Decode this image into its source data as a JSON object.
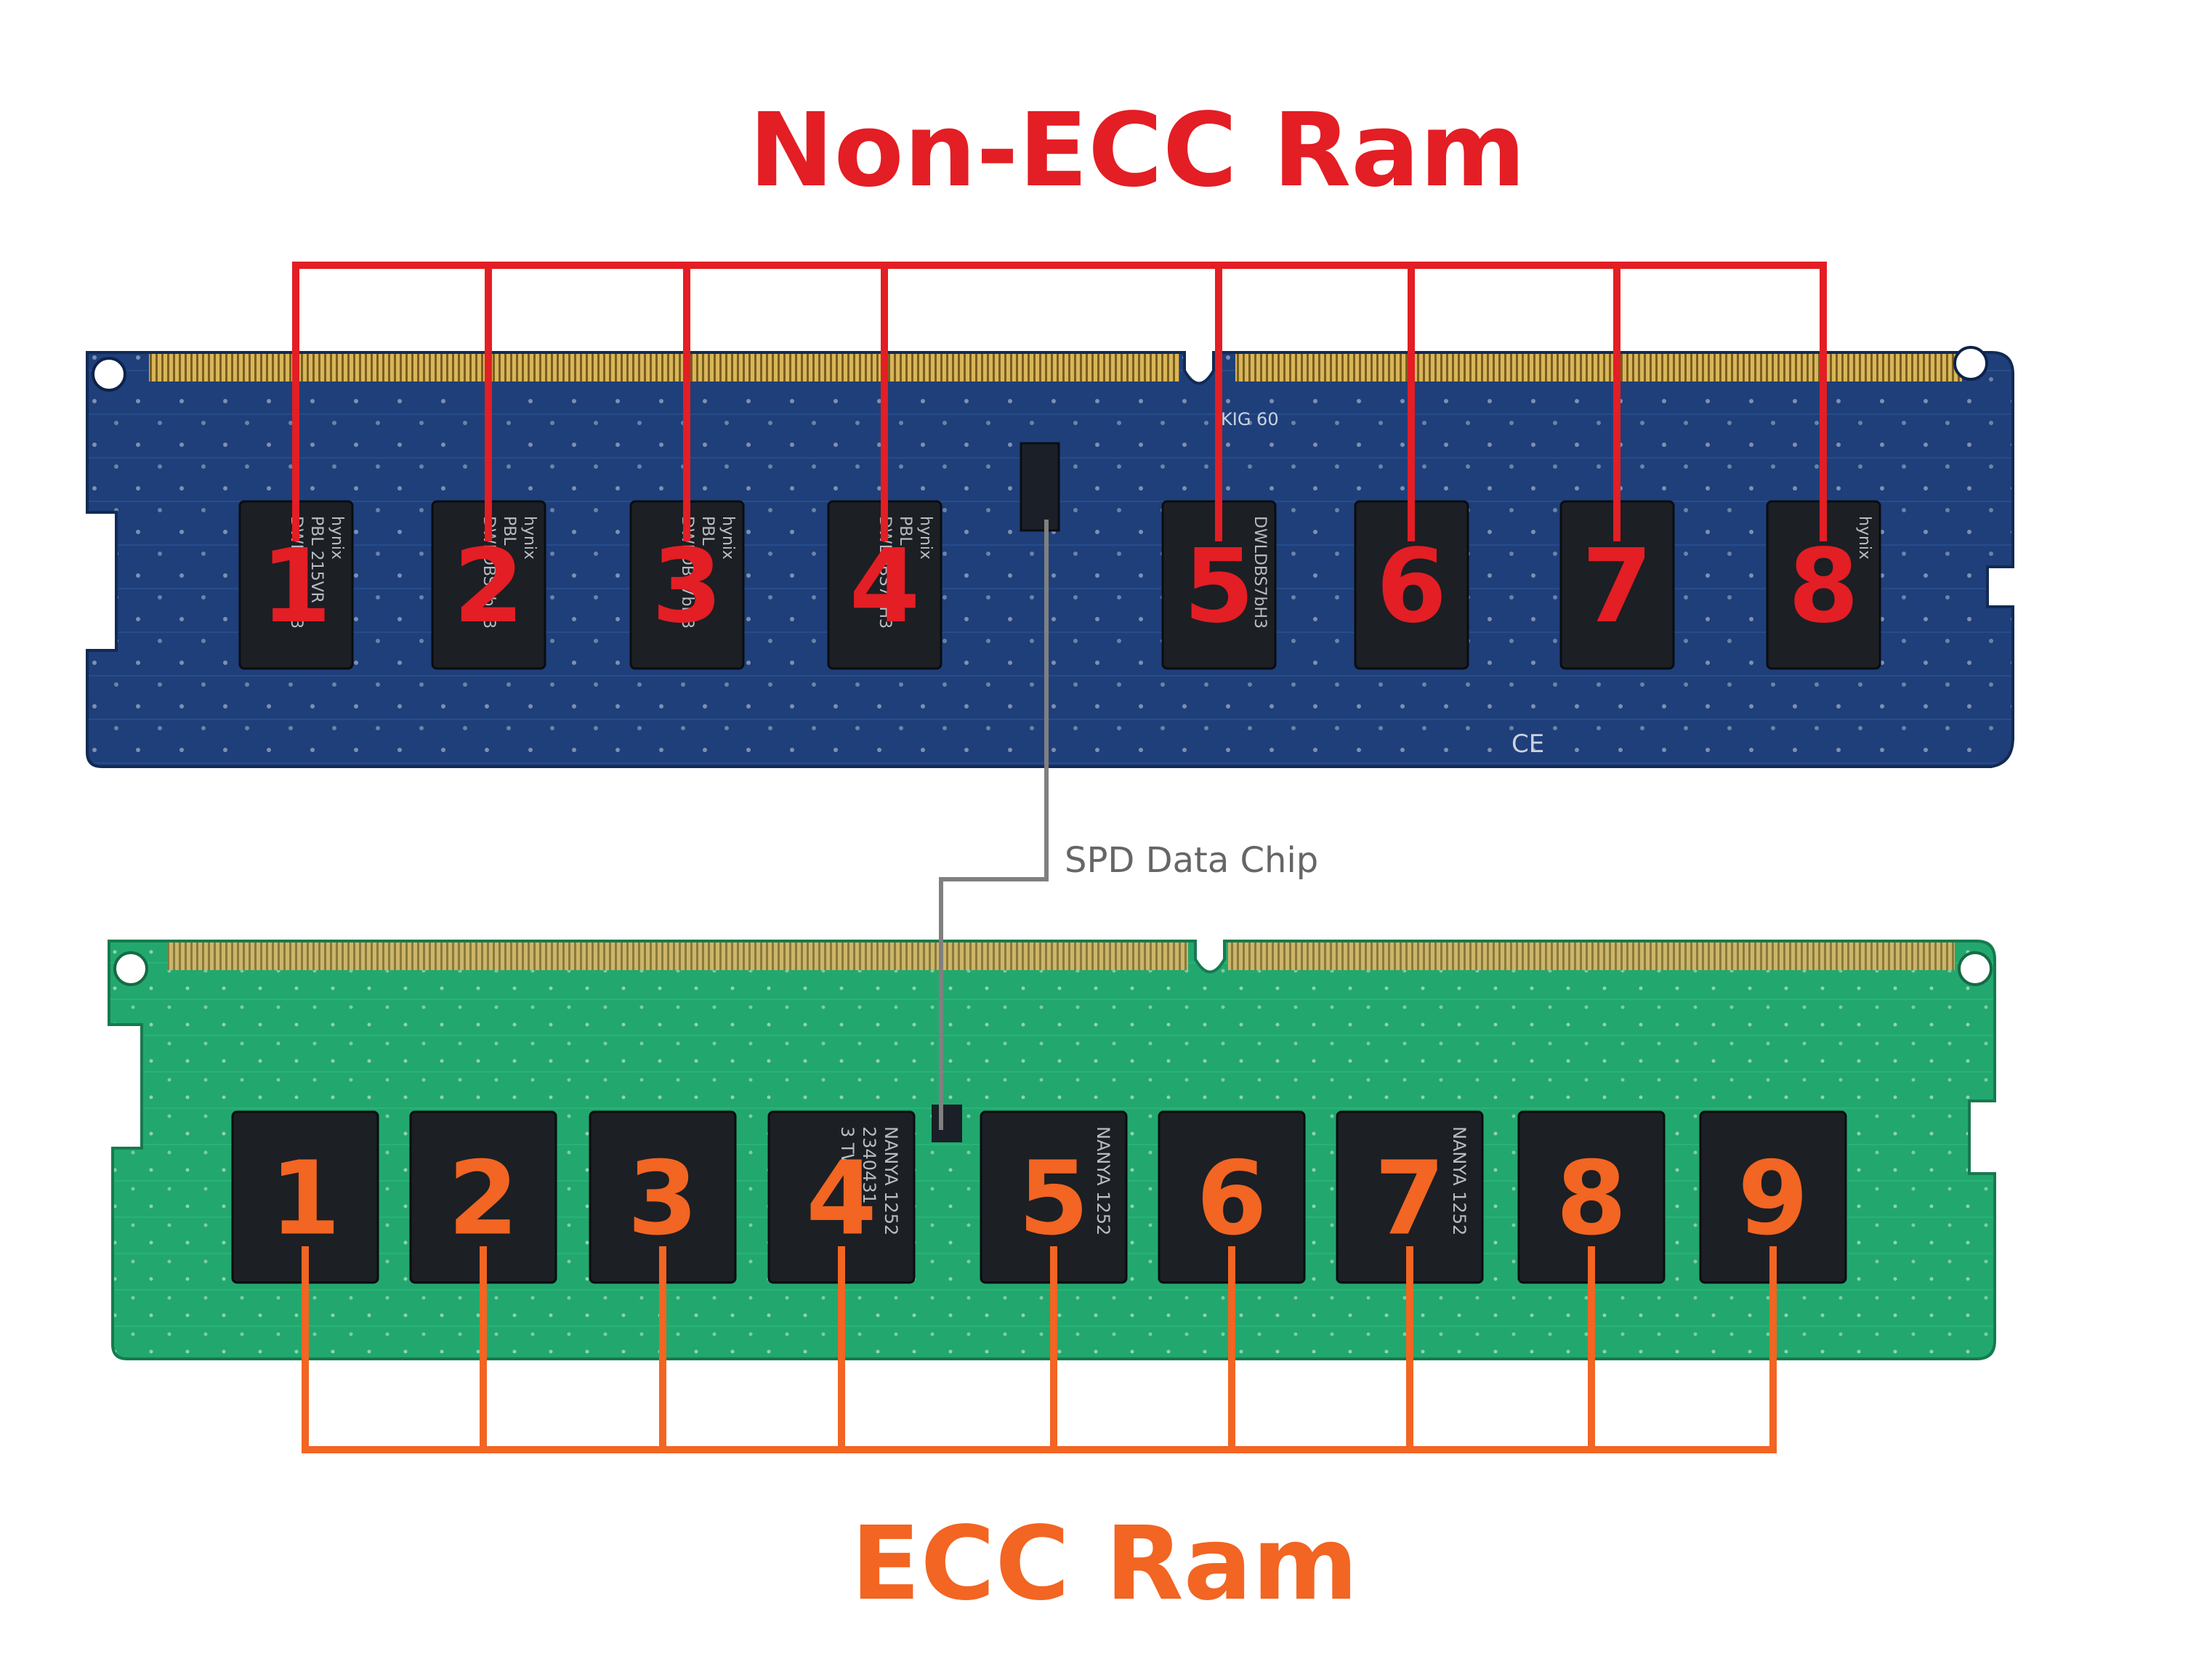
{
  "titles": {
    "top": "Non-ECC Ram",
    "bottom": "ECC Ram"
  },
  "spd_label": "SPD Data Chip",
  "colors": {
    "non_ecc": "#e31e24",
    "ecc": "#f26522",
    "pcb_blue": "#1f3f7a",
    "pcb_green": "#20a36a",
    "chip": "#1c1f24",
    "gold": "#c9a64a",
    "leader": "#808080"
  },
  "non_ecc": {
    "chips": [
      {
        "label": "1",
        "text": [
          "hynix",
          "PBL 215VR",
          "DWLDBS7bH3"
        ]
      },
      {
        "label": "2",
        "text": [
          "hynix",
          "PBL",
          "DWLDBS7bH3"
        ]
      },
      {
        "label": "3",
        "text": [
          "hynix",
          "PBL",
          "DWLDBS7bH3"
        ]
      },
      {
        "label": "4",
        "text": [
          "hynix",
          "PBL",
          "DWLDBS7bH3"
        ]
      },
      {
        "label": "5",
        "text": [
          "DWLDBS7bH3"
        ]
      },
      {
        "label": "6",
        "text": []
      },
      {
        "label": "7",
        "text": []
      },
      {
        "label": "8",
        "text": [
          "hynix"
        ]
      }
    ],
    "pcb_marks": [
      "KIG 60",
      "CE"
    ]
  },
  "ecc": {
    "chips": [
      {
        "label": "1",
        "text": []
      },
      {
        "label": "2",
        "text": []
      },
      {
        "label": "3",
        "text": []
      },
      {
        "label": "4",
        "text": [
          "NANYA 1252",
          "2340431",
          "3 TW"
        ]
      },
      {
        "label": "5",
        "text": [
          "NANYA 1252"
        ]
      },
      {
        "label": "6",
        "text": []
      },
      {
        "label": "7",
        "text": [
          "NANYA 1252"
        ]
      },
      {
        "label": "8",
        "text": []
      },
      {
        "label": "9",
        "text": []
      }
    ]
  }
}
